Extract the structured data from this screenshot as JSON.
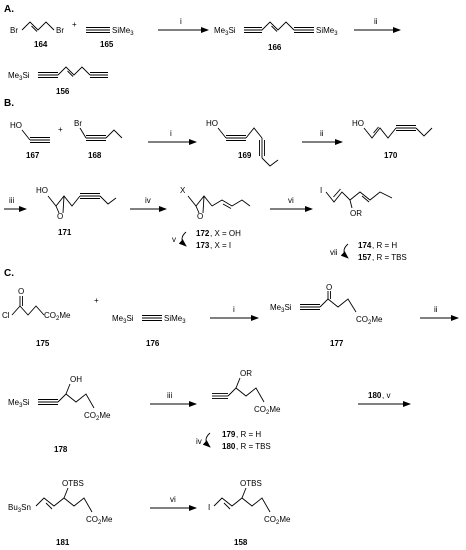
{
  "sections": {
    "A": {
      "label": "A.",
      "reagents": {
        "br": "Br",
        "br2": "Br",
        "sime3": "SiMe",
        "sub3": "3",
        "plus": "+"
      },
      "compounds": {
        "c164": "164",
        "c165": "165",
        "c166": "166",
        "c156": "156"
      },
      "product166": {
        "left": "Me",
        "left_sub": "3",
        "left_si": "Si",
        "right": "SiMe",
        "right_sub": "3"
      },
      "product156": {
        "left": "Me",
        "left_sub": "3",
        "left_si": "Si"
      },
      "steps": {
        "s1": "i",
        "s2": "ii"
      }
    },
    "B": {
      "label": "B.",
      "atoms": {
        "ho167": "HO",
        "br168": "Br",
        "ho169": "HO",
        "ho170": "HO",
        "ho171": "HO",
        "o171": "O",
        "x172": "X",
        "o172": "O",
        "i174": "I",
        "or174": "OR",
        "plus": "+"
      },
      "compounds": {
        "c167": "167",
        "c168": "168",
        "c169": "169",
        "c170": "170",
        "c171": "171",
        "c172": "172",
        "c173": "173",
        "c174": "174",
        "c157": "157"
      },
      "defs": {
        "d172": ", X = OH",
        "d173": ", X = I",
        "d174": ", R = H",
        "d157": ", R = TBS"
      },
      "steps": {
        "s1": "i",
        "s2": "ii",
        "s3": "iii",
        "s4": "iv",
        "s5": "v",
        "s6": "vi",
        "s7": "vii"
      }
    },
    "C": {
      "label": "C.",
      "atoms": {
        "cl": "Cl",
        "o175": "O",
        "co2me175": "CO",
        "co2me175_sub": "2",
        "co2me175_me": "Me",
        "me3si176": "Me",
        "me3si176_sub": "3",
        "me3si176_si": "Si",
        "sime3_176": "SiMe",
        "sime3_176_sub": "3",
        "plus": "+",
        "me3si177": "Me",
        "me3si177_sub": "3",
        "me3si177_si": "Si",
        "o177": "O",
        "co2me177": "CO",
        "co2me177_sub": "2",
        "co2me177_me": "Me",
        "me3si178": "Me",
        "me3si178_sub": "3",
        "me3si178_si": "Si",
        "oh178": "OH",
        "co2me178": "CO",
        "co2me178_sub": "2",
        "co2me178_me": "Me",
        "or179": "OR",
        "co2me179": "CO",
        "co2me179_sub": "2",
        "co2me179_me": "Me",
        "otbs181": "OTBS",
        "bu3sn": "Bu",
        "bu3sn_sub": "3",
        "bu3sn_sn": "Sn",
        "co2me181": "CO",
        "co2me181_sub": "2",
        "co2me181_me": "Me",
        "otbs158": "OTBS",
        "i158": "I",
        "co2me158": "CO",
        "co2me158_sub": "2",
        "co2me158_me": "Me"
      },
      "compounds": {
        "c175": "175",
        "c176": "176",
        "c177": "177",
        "c178": "178",
        "c179": "179",
        "c180": "180",
        "c181": "181",
        "c158": "158",
        "c180b": "180"
      },
      "defs": {
        "d179": ", R = H",
        "d180": ", R = TBS",
        "step_v": ", v"
      },
      "steps": {
        "s1": "i",
        "s2": "ii",
        "s3": "iii",
        "s4": "iv",
        "s6": "vi"
      }
    }
  }
}
